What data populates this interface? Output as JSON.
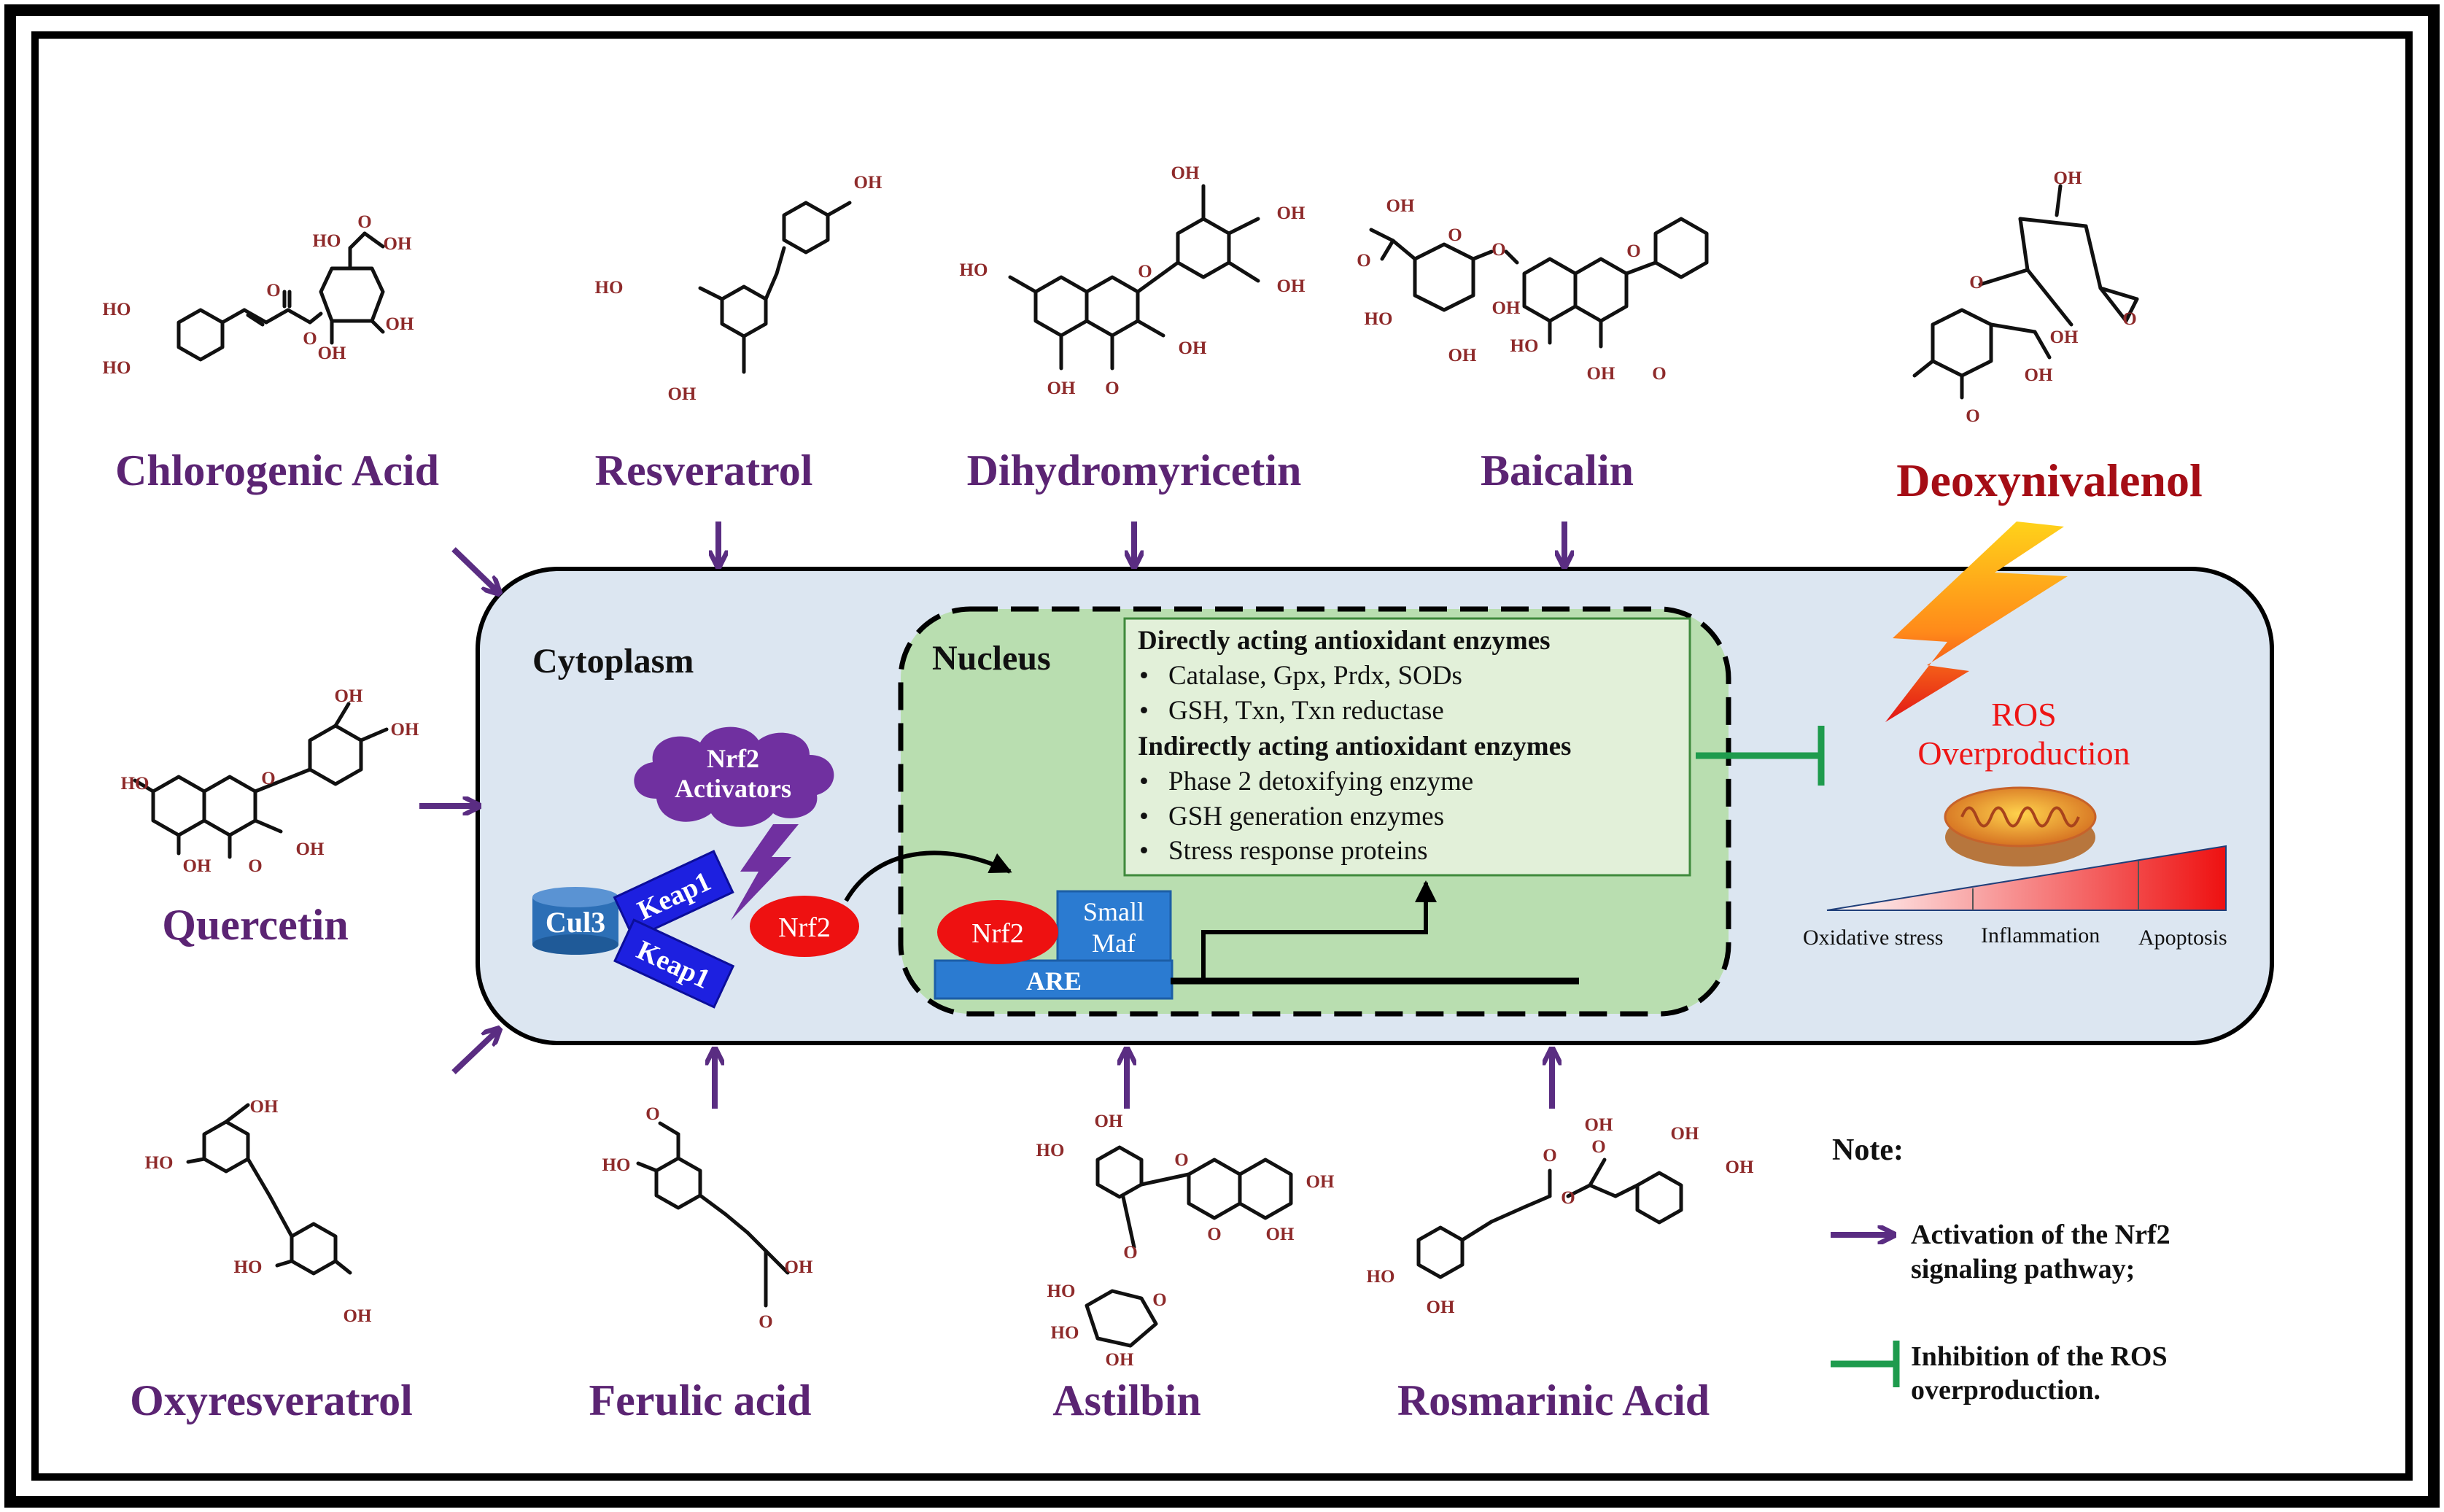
{
  "compounds": {
    "chlorogenic": {
      "name": "Chlorogenic Acid",
      "atoms": {
        "ho_a": "HO",
        "ho_b": "HO",
        "ho_c": "HO",
        "oh_a": "OH",
        "oh_b": "OH",
        "oh_c": "OH",
        "o_carb": "O",
        "o_ester": "O",
        "o_ring": "O"
      }
    },
    "resveratrol": {
      "name": "Resveratrol",
      "atoms": {
        "oh_top": "OH",
        "ho_left": "HO",
        "oh_bottom": "OH"
      }
    },
    "dihydromyricetin": {
      "name": "Dihydromyricetin",
      "atoms": {
        "oh1": "OH",
        "oh2": "OH",
        "oh3": "OH",
        "ho1": "HO",
        "oh4": "OH",
        "oh5": "OH",
        "o_ring": "O",
        "o_keto": "O"
      }
    },
    "baicalin": {
      "name": "Baicalin",
      "atoms": {
        "oh_acid": "OH",
        "o_acid": "O",
        "ho_sugar": "HO",
        "oh_sugar1": "OH",
        "oh_sugar2": "OH",
        "o_sugar": "O",
        "o_link": "O",
        "o_ring": "O",
        "ho_aglycone": "HO",
        "oh_aglycone": "OH",
        "o_keto": "O"
      }
    },
    "deoxynivalenol": {
      "name": "Deoxynivalenol",
      "atoms": {
        "oh_top": "OH",
        "o_ring": "O",
        "o_epox": "O",
        "oh_mid": "OH",
        "oh_low": "OH",
        "o_keto": "O"
      }
    },
    "quercetin": {
      "name": "Quercetin",
      "atoms": {
        "oh1": "OH",
        "oh2": "OH",
        "ho1": "HO",
        "o_ring": "O",
        "oh3": "OH",
        "oh4": "OH",
        "o_keto": "O"
      }
    },
    "oxyresveratrol": {
      "name": "Oxyresveratrol",
      "atoms": {
        "oh1": "OH",
        "ho1": "HO",
        "ho2": "HO",
        "oh2": "OH"
      }
    },
    "ferulic": {
      "name": "Ferulic acid",
      "atoms": {
        "o_methoxy": "O",
        "ho1": "HO",
        "oh1": "OH",
        "o_keto": "O"
      }
    },
    "astilbin": {
      "name": "Astilbin",
      "atoms": {
        "oh1": "OH",
        "ho1": "HO",
        "o_ring": "O",
        "oh2": "OH",
        "o_keto": "O",
        "oh3": "OH",
        "o_glyc": "O",
        "o_sugar": "O",
        "ho2": "HO",
        "ho3": "HO",
        "oh4": "OH"
      }
    },
    "rosmarinic": {
      "name": "Rosmarinic Acid",
      "atoms": {
        "oh1": "OH",
        "oh2": "OH",
        "o_keto": "O",
        "o_acid": "O",
        "oh_acid": "OH",
        "o_ester": "O",
        "ho1": "HO",
        "oh3": "OH"
      }
    }
  },
  "cell": {
    "cytoplasm": "Cytoplasm",
    "nucleus": "Nucleus",
    "activators": [
      "Nrf2",
      "Activators"
    ],
    "cul3": "Cul3",
    "keap1": "Keap1",
    "nrf2": "Nrf2",
    "small_maf": [
      "Small",
      "Maf"
    ],
    "are": "ARE"
  },
  "enzymes": {
    "heading_direct": "Directly acting antioxidant enzymes",
    "direct": [
      "Catalase, Gpx, Prdx, SODs",
      "GSH, Txn, Txn reductase"
    ],
    "heading_indirect": "Indirectly acting antioxidant enzymes",
    "indirect": [
      "Phase 2 detoxifying enzyme",
      "GSH generation enzymes",
      "Stress response proteins"
    ],
    "bullet": "•"
  },
  "ros": {
    "title": [
      "ROS",
      "Overproduction"
    ],
    "scale": [
      "Oxidative stress",
      "Inflammation",
      "Apoptosis"
    ]
  },
  "note": {
    "title": "Note:",
    "activation": [
      "Activation of the Nrf2",
      "signaling pathway;"
    ],
    "inhibition": [
      "Inhibition of the ROS",
      "overproduction."
    ]
  },
  "colors": {
    "purple": "#6a2b87",
    "arrow_purple": "#5a2d82",
    "label_purple": "#5b2473",
    "dark_red": "#a50d15",
    "atom_red": "#8e2a2a",
    "cell_fill": "#dce6f1",
    "nucleus_fill": "#b9deb0",
    "enzyme_fill": "#e2f0d9",
    "inhibit_green": "#1e9b4d",
    "nrf2_red": "#ee1111",
    "keap_blue": "#1d20e0",
    "cul3_blue": "#2c6fb6",
    "maf_blue": "#2b7bd1",
    "ros_red": "#ee1515"
  }
}
